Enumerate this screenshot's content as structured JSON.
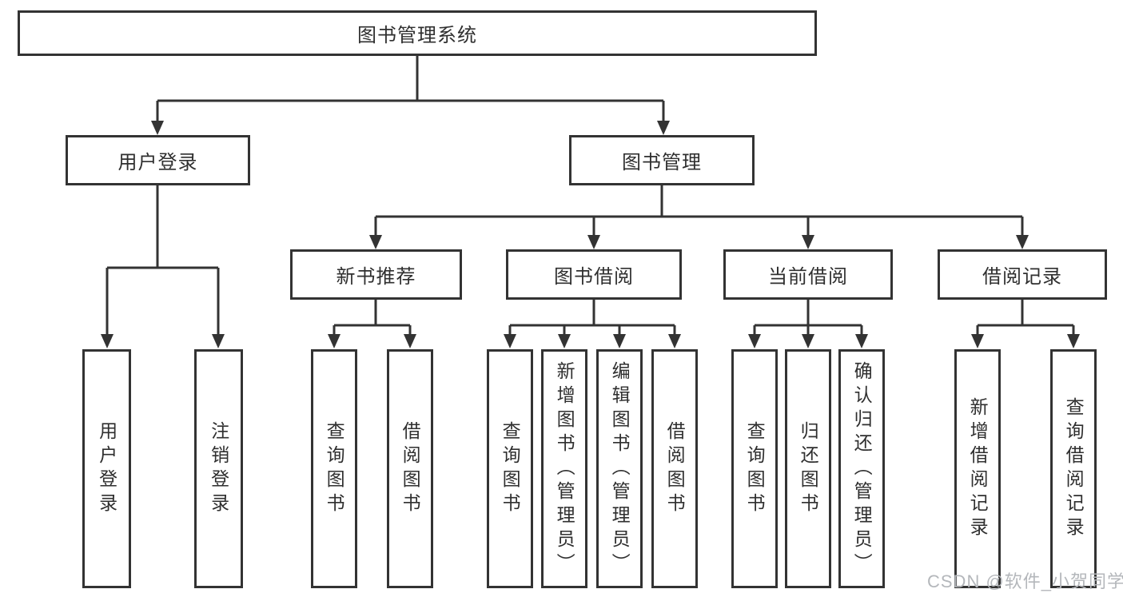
{
  "diagram_title": "图书管理系统",
  "watermark": "CSDN @软件_小贺同学",
  "colors": {
    "line": "#333333",
    "text": "#2f2f2f",
    "watermark": "#b4b7bb",
    "background": "#ffffff"
  },
  "tree": {
    "root": {
      "label": "图书管理系统"
    },
    "children": [
      {
        "label": "用户登录",
        "leaves": [
          "用户登录",
          "注销登录"
        ]
      },
      {
        "label": "图书管理",
        "children": [
          {
            "label": "新书推荐",
            "leaves": [
              "查询图书",
              "借阅图书"
            ]
          },
          {
            "label": "图书借阅",
            "leaves": [
              "查询图书",
              "新增图书（管理员）",
              "编辑图书（管理员）",
              "借阅图书"
            ]
          },
          {
            "label": "当前借阅",
            "leaves": [
              "查询图书",
              "归还图书",
              "确认归还（管理员）"
            ]
          },
          {
            "label": "借阅记录",
            "leaves": [
              "新增借阅记录",
              "查询借阅记录"
            ]
          }
        ]
      }
    ]
  }
}
